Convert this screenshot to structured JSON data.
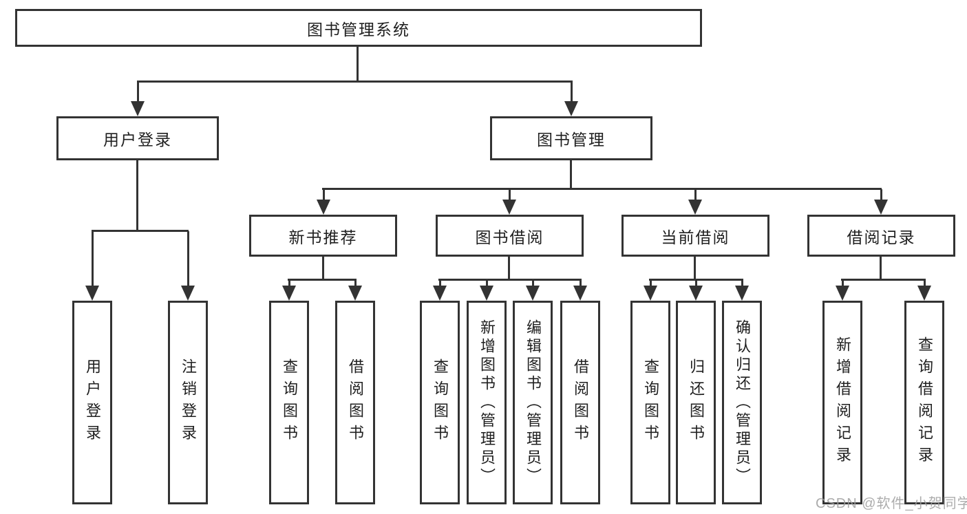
{
  "diagram": {
    "root": {
      "label": "图书管理系统"
    },
    "branches": [
      {
        "label": "用户登录",
        "leaves": [
          {
            "label": "用户登录"
          },
          {
            "label": "注销登录"
          }
        ]
      },
      {
        "label": "图书管理",
        "groups": [
          {
            "label": "新书推荐",
            "leaves": [
              {
                "label": "查询图书"
              },
              {
                "label": "借阅图书"
              }
            ]
          },
          {
            "label": "图书借阅",
            "leaves": [
              {
                "label": "查询图书"
              },
              {
                "label": "新增图书（管理员）"
              },
              {
                "label": "编辑图书（管理员）"
              },
              {
                "label": "借阅图书"
              }
            ]
          },
          {
            "label": "当前借阅",
            "leaves": [
              {
                "label": "查询图书"
              },
              {
                "label": "归还图书"
              },
              {
                "label": "确认归还（管理员）"
              }
            ]
          },
          {
            "label": "借阅记录",
            "leaves": [
              {
                "label": "新增借阅记录"
              },
              {
                "label": "查询借阅记录"
              }
            ]
          }
        ]
      }
    ],
    "watermark": "CSDN @软件_小贺同学",
    "colors": {
      "line": "#333333",
      "text": "#1f1f1f",
      "background": "#ffffff",
      "watermark": "#9e9e9e"
    }
  }
}
